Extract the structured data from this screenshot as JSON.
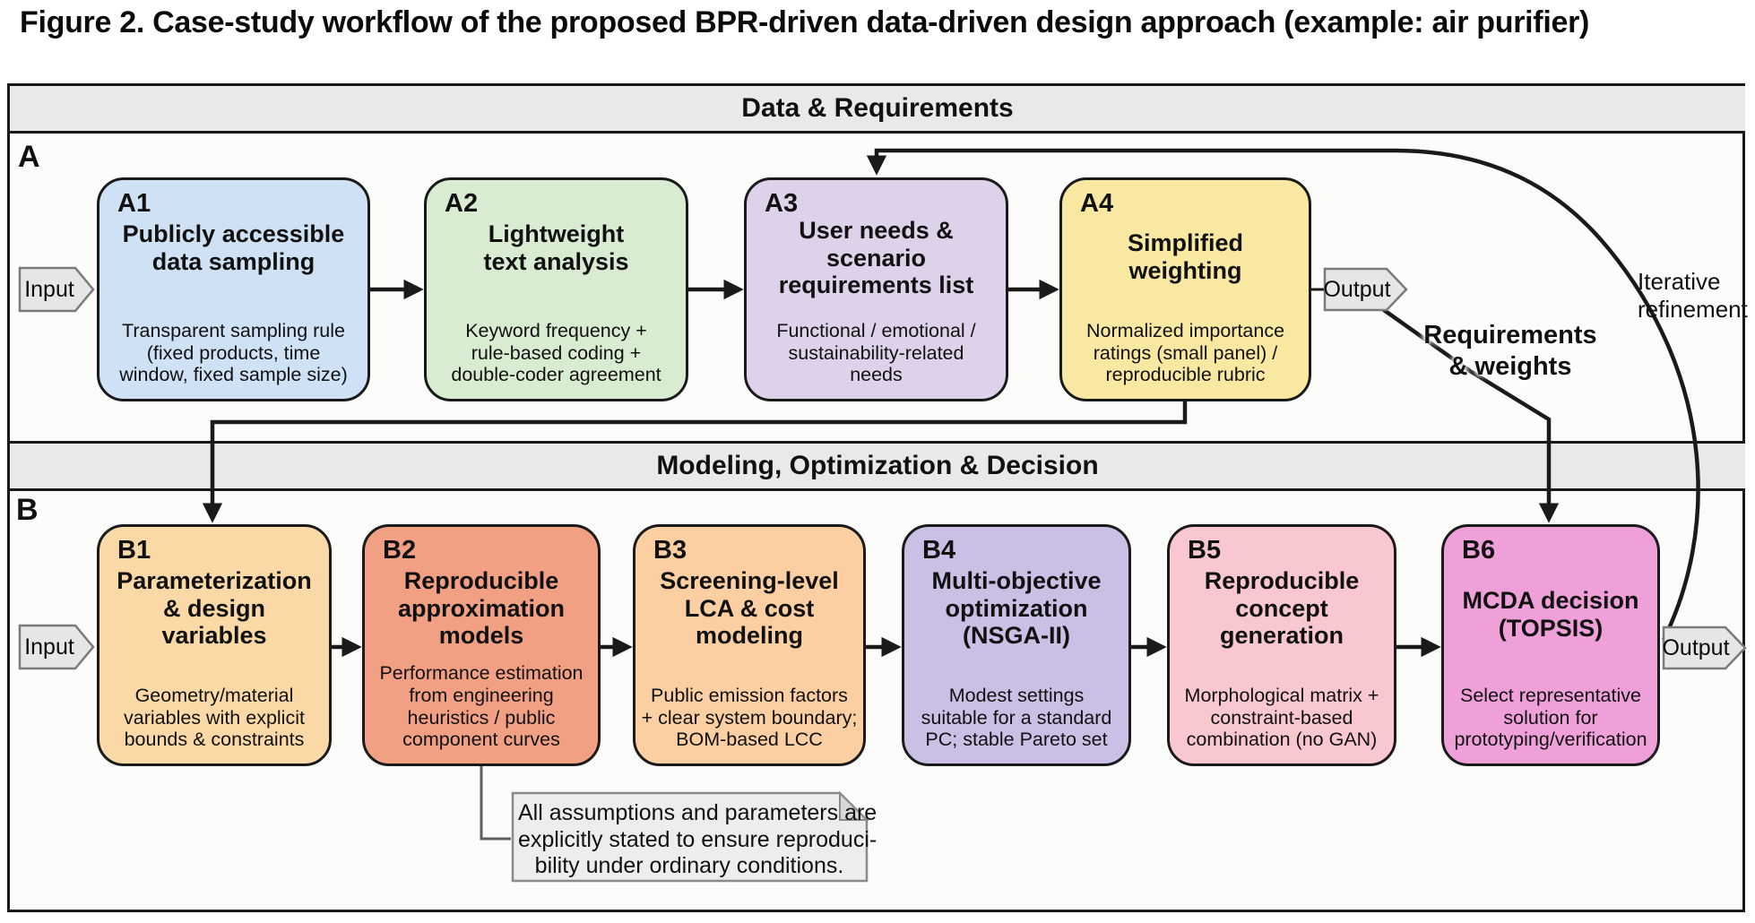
{
  "figure_title": "Figure 2. Case-study workflow of the proposed BPR-driven data-driven design approach (example: air purifier)",
  "sections": {
    "a": {
      "label": "A",
      "band": "Data & Requirements"
    },
    "b": {
      "label": "B",
      "band": "Modeling, Optimization & Decision"
    }
  },
  "boxes_a": [
    {
      "code": "A1",
      "title": "Publicly accessible\ndata sampling",
      "desc": "Transparent sampling rule\n(fixed products, time\nwindow, fixed sample size)",
      "fill": "#cfe1f4"
    },
    {
      "code": "A2",
      "title": "Lightweight\ntext analysis",
      "desc": "Keyword frequency +\nrule-based coding +\ndouble-coder agreement",
      "fill": "#d8ecd2"
    },
    {
      "code": "A3",
      "title": "User needs &\nscenario\nrequirements list",
      "desc": "Functional / emotional /\nsustainability-related\nneeds",
      "fill": "#ddd2e9"
    },
    {
      "code": "A4",
      "title": "Simplified\nweighting",
      "desc": "Normalized importance\nratings (small panel) /\nreproducible rubric",
      "fill": "#f8e8a2"
    }
  ],
  "boxes_b": [
    {
      "code": "B1",
      "title": "Parameterization\n& design\nvariables",
      "desc": "Geometry/material\nvariables with explicit\nbounds & constraints",
      "fill": "#fbd9a7"
    },
    {
      "code": "B2",
      "title": "Reproducible\napproximation\nmodels",
      "desc": "Performance estimation\nfrom engineering\nheuristics / public\ncomponent curves",
      "fill": "#f2a084"
    },
    {
      "code": "B3",
      "title": "Screening-level\nLCA & cost\nmodeling",
      "desc": "Public emission factors\n+ clear system boundary;\nBOM-based LCC",
      "fill": "#fccfa3"
    },
    {
      "code": "B4",
      "title": "Multi-objective\noptimization\n(NSGA-II)",
      "desc": "Modest settings\nsuitable for a standard\nPC; stable Pareto set",
      "fill": "#cbbfe5"
    },
    {
      "code": "B5",
      "title": "Reproducible\nconcept\ngeneration",
      "desc": "Morphological matrix +\nconstraint-based\ncombination (no GAN)",
      "fill": "#f9c7d0"
    },
    {
      "code": "B6",
      "title": "MCDA decision\n(TOPSIS)",
      "desc": "Select representative\nsolution for\nprototyping/verification",
      "fill": "#efa0d9"
    }
  ],
  "tags": {
    "input_a": "Input",
    "output_a": "Output",
    "input_b": "Input",
    "output_b": "Output"
  },
  "annotations": {
    "requirements_weights": "Requirements\n& weights",
    "iterative_refinement": "Iterative\nrefinement",
    "note": "All assumptions and parameters are\nexplicitly stated to ensure reproduci-\nbility under ordinary conditions."
  },
  "colors": {
    "box_border": "#1a1a1a",
    "band_bg": "#e9e9e8",
    "frame_bg": "#fcfcfa",
    "tag_fill": "#e6e6e6",
    "tag_border": "#7a7a7a",
    "note_fill": "#ededeb",
    "note_fold": "#d8d8d6",
    "connector": "#1a1a1a"
  }
}
